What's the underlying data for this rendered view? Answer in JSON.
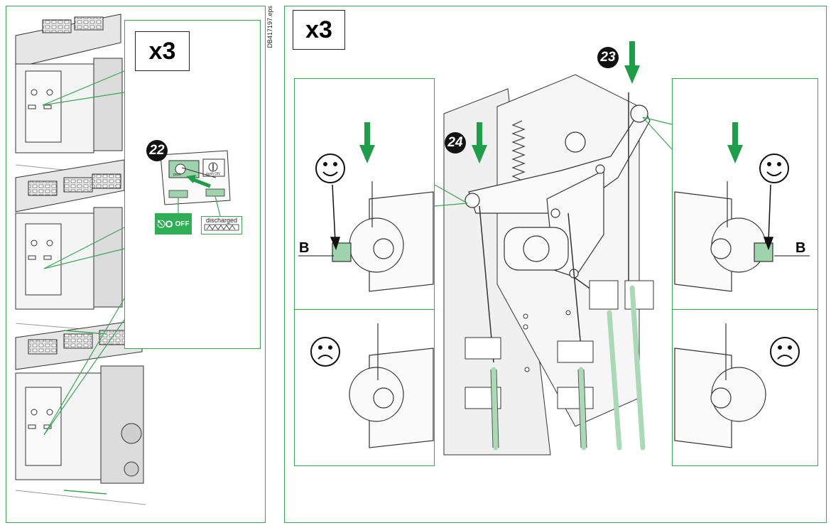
{
  "document_code": "DB417197.eps",
  "left_panel": {
    "multiplier": "x3",
    "step": "22",
    "button_label_left": "push",
    "button_label_right": "push ON",
    "off_label": "OFF",
    "discharged_label": "discharged"
  },
  "right_panel": {
    "multiplier": "x3",
    "step_top": "23",
    "step_left": "24",
    "label_left": "B",
    "label_right": "B"
  },
  "colors": {
    "frame_green": "#3aa655",
    "arrow_green": "#1f9e4a",
    "accent_green": "#2fae55",
    "cable_green": "#a9d9b5"
  }
}
